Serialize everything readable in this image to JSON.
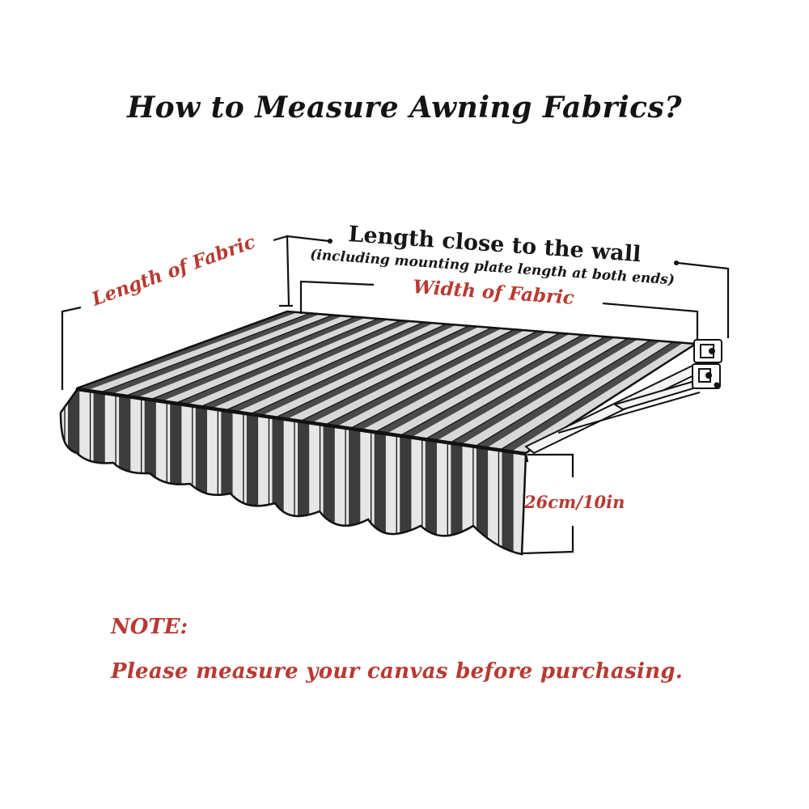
{
  "title": "How to Measure Awning Fabrics?",
  "labels": {
    "length_of_fabric": "Length of Fabric",
    "length_close_to_wall": "Length close to the wall",
    "mounting_note": "(including mounting plate length at both ends)",
    "width_of_fabric": "Width of Fabric",
    "valance_height": "26cm/10in"
  },
  "note": {
    "heading": "NOTE:",
    "text": "Please measure your canvas before purchasing."
  },
  "colors": {
    "accent_red": "#b83a32",
    "ink": "#161616"
  }
}
